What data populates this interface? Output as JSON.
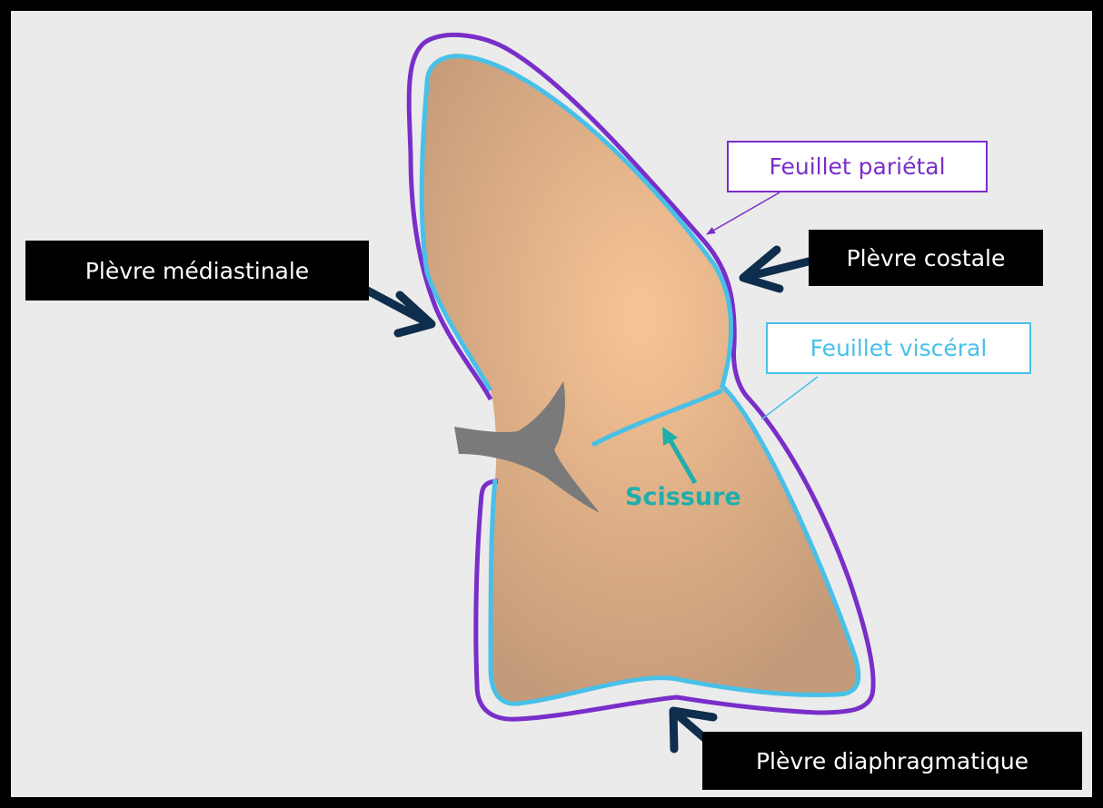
{
  "labels": {
    "pleura_mediastinal": "Plèvre médiastinale",
    "pleura_costal": "Plèvre costale",
    "pleura_diaphragmatic": "Plèvre diaphragmatique",
    "parietal_layer": "Feuillet pariétal",
    "visceral_layer": "Feuillet viscéral",
    "fissure": "Scissure"
  },
  "colors": {
    "background": "#ebebeb",
    "frame": "#000000",
    "lung_center": "#f8c494",
    "lung_edge": "#c49b7a",
    "parietal_layer": "#7a2ec9",
    "visceral_layer": "#48c0e8",
    "fissure_text": "#1eaeac",
    "arrow": "#0f2d4d",
    "bronchus": "#7a7a7a"
  }
}
